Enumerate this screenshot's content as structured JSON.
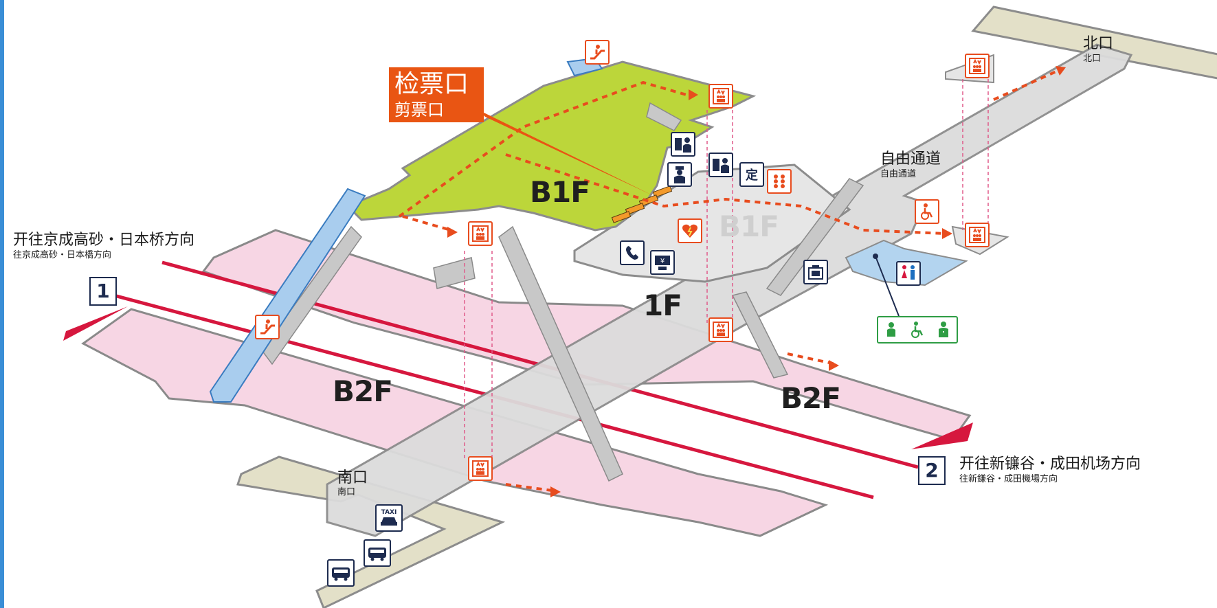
{
  "gate": {
    "main": "检票口",
    "sub": "剪票口",
    "color": "#e95513"
  },
  "floors": {
    "b1f_gate": "B1F",
    "b1f_free": "B1F",
    "f1": "1F",
    "b2f_left": "B2F",
    "b2f_right": "B2F"
  },
  "exits": {
    "north": {
      "main": "北口",
      "sub": "北口"
    },
    "south": {
      "main": "南口",
      "sub": "南口"
    },
    "passage": {
      "main": "自由通道",
      "sub": "自由通道"
    }
  },
  "tracks": [
    {
      "number": "1",
      "direction_main": "开往京成高砂・日本桥方向",
      "direction_sub": "往京成高砂・日本橋方向"
    },
    {
      "number": "2",
      "direction_main": "开往新镰谷・成田机场方向",
      "direction_sub": "往新鎌谷・成田機場方向"
    }
  ],
  "icons": {
    "taxi": "TAXI",
    "commuter_pass": "定"
  },
  "colors": {
    "gate_floor": "#bcd63a",
    "concourse": "#dcdcdc",
    "platform": "#f7d6e4",
    "exit_ground": "#e3e0c8",
    "track_line": "#d6173e",
    "route_arrow": "#e84c1e",
    "toilet_area": "#b3d4ef",
    "escalator": "#a9cdee"
  }
}
